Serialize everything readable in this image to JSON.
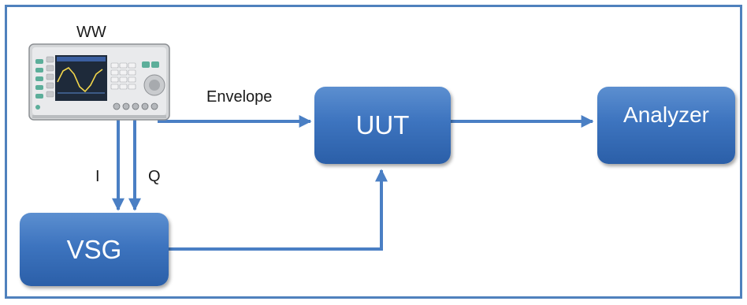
{
  "diagram": {
    "frame_color": "#4f81bd",
    "block_color": "#3d74bf",
    "wire_color": "#4a7fc4",
    "labels": {
      "ww": "WW",
      "envelope": "Envelope",
      "i": "I",
      "q": "Q"
    },
    "blocks": {
      "uut": "UUT",
      "analyzer": "Analyzer",
      "vsg": "VSG"
    },
    "icons": {
      "instrument": "waveform-generator-icon"
    }
  }
}
